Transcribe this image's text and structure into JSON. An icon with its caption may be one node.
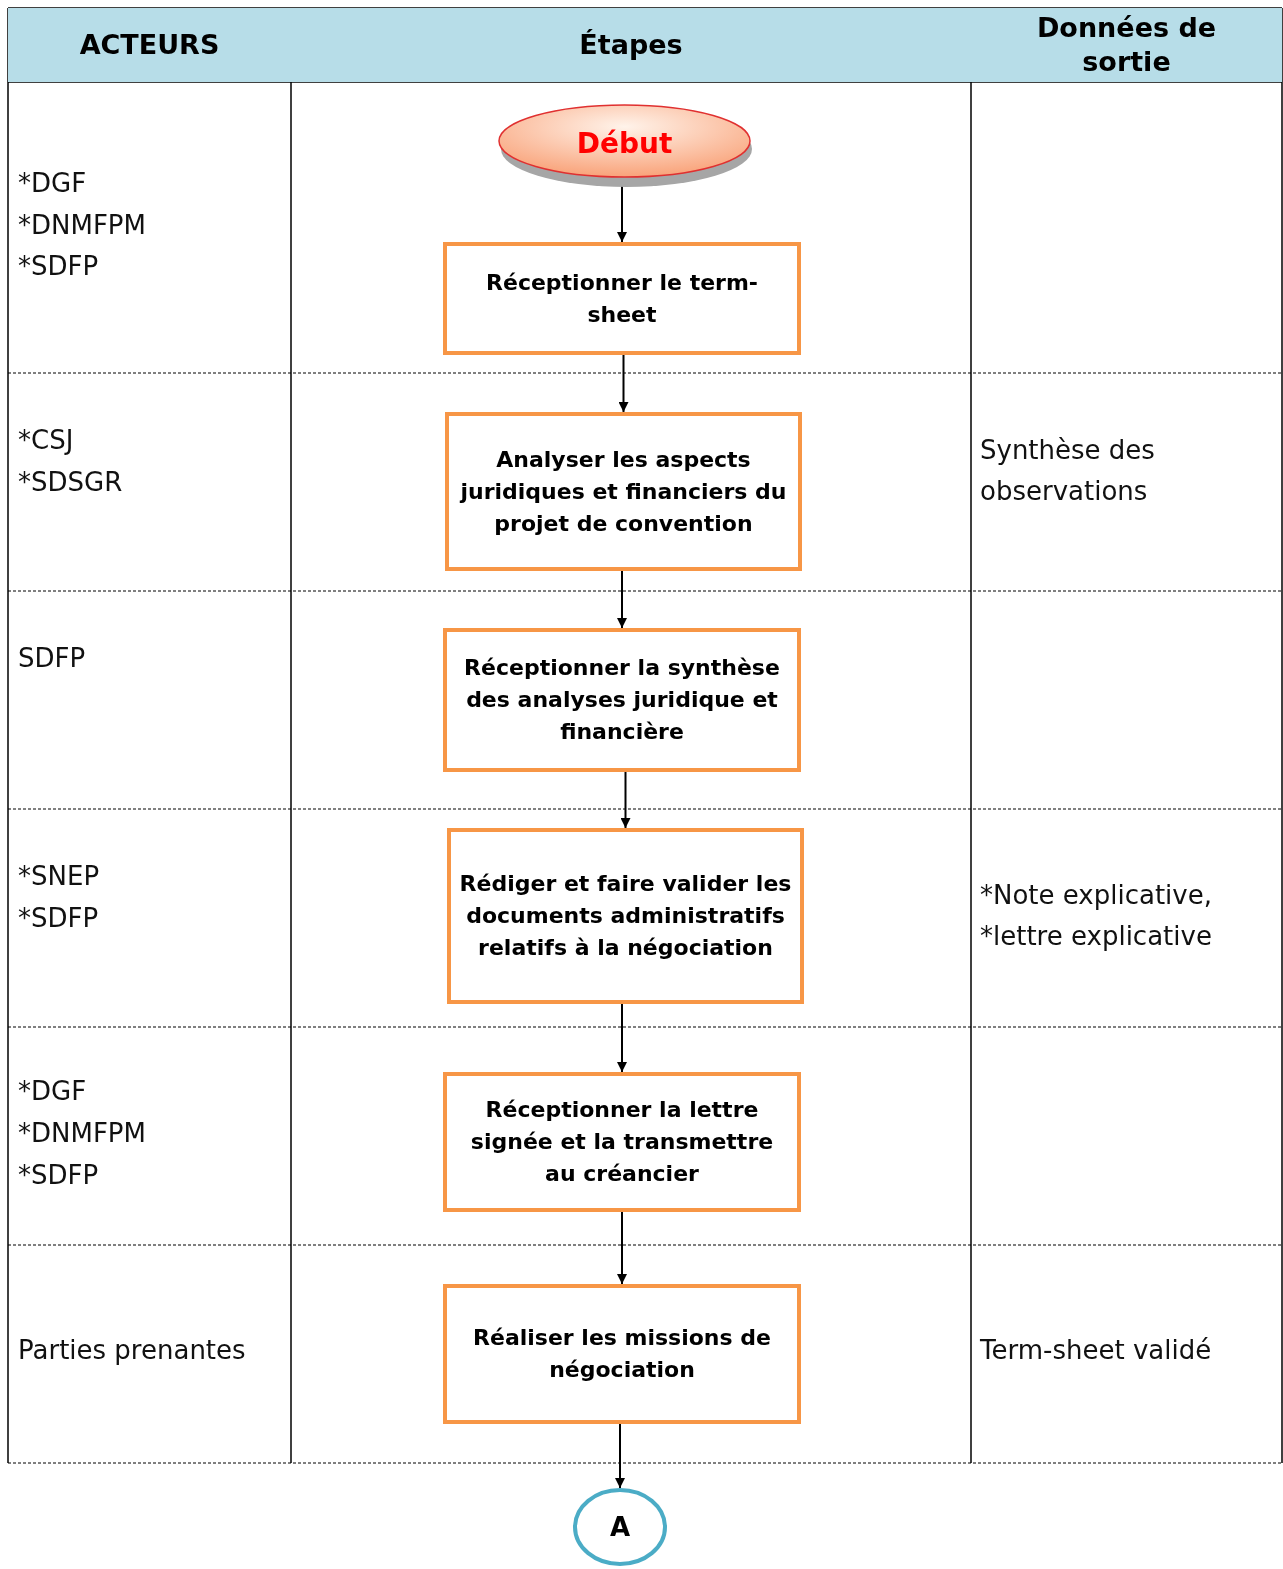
{
  "diagram": {
    "nodes": [
      {
        "text": [
          "Début"
        ]
      },
      {
        "text": [
          "Réceptionner le term-sheet"
        ]
      },
      {
        "text": [
          "Analyser les aspects juridiques et financiers du projet de convention"
        ]
      },
      {
        "text": [
          "Réceptionner la synthèse des analyses juridique et financière"
        ]
      },
      {
        "text": [
          "Rédiger et faire valider les documents administratifs relatifs à la négociation"
        ]
      },
      {
        "text": [
          "Réceptionner la lettre signée et la transmettre au créancier"
        ]
      },
      {
        "text": [
          "Réaliser les missions de négociation"
        ]
      },
      {
        "text": [
          "A"
        ]
      }
    ],
    "edges": [
      {
        "from": 0,
        "to": 1,
        "arrow": "to"
      },
      {
        "from": 1,
        "to": 2,
        "arrow": "to"
      },
      {
        "from": 2,
        "to": 3,
        "arrow": "to"
      },
      {
        "from": 3,
        "to": 4,
        "arrow": "to"
      },
      {
        "from": 4,
        "to": 5,
        "arrow": "to"
      },
      {
        "from": 5,
        "to": 6,
        "arrow": "to"
      },
      {
        "from": 6,
        "to": 7,
        "arrow": "to"
      }
    ],
    "labels": [
      "ACTEURS",
      "Étapes",
      "Données de sortie",
      "*DGF",
      "*DNMFPM",
      "*SDFP",
      "*CSJ",
      "*SDSGR",
      "Synthèse des observations",
      "SDFP",
      "*SNEP",
      "*SDFP",
      "*Note explicative,",
      "*lettre explicative",
      "*DGF",
      "*DNMFPM",
      "*SDFP",
      "Parties prenantes",
      "Term-sheet validé"
    ]
  }
}
